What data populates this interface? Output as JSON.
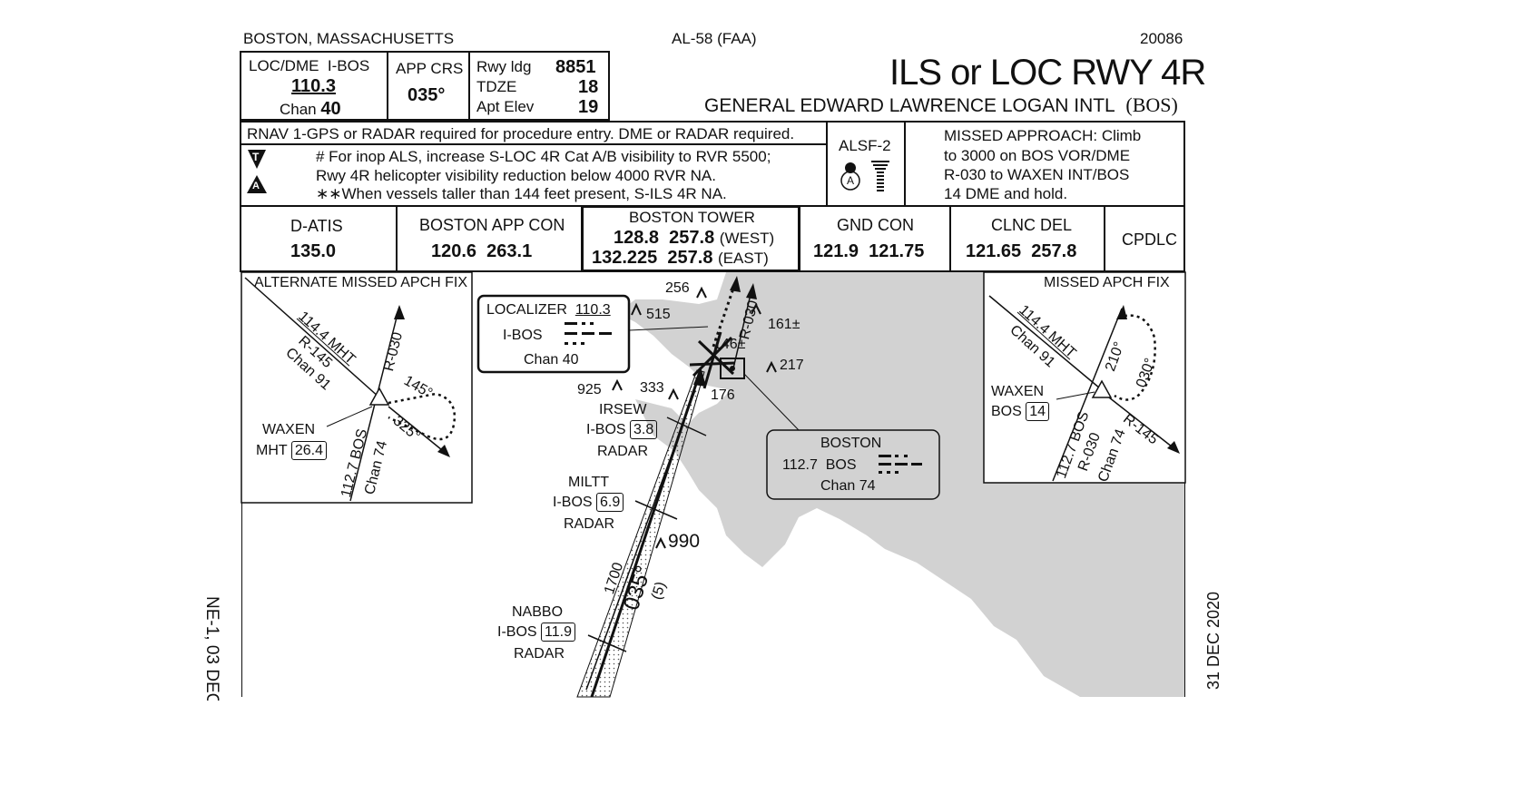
{
  "header": {
    "location": "BOSTON, MASSACHUSETTS",
    "chart_id": "AL-58 (FAA)",
    "serial": "20086",
    "title": "ILS or LOC RWY 4R",
    "airport": "GENERAL EDWARD LAWRENCE LOGAN INTL",
    "airport_code": "(BOS)"
  },
  "briefing": {
    "loc_label": "LOC/DME",
    "loc_ident": "I-BOS",
    "loc_freq": "110.3",
    "chan_label": "Chan",
    "chan_value": "40",
    "app_crs_label": "APP CRS",
    "app_crs_value": "035°",
    "rwy_ldg_label": "Rwy ldg",
    "rwy_ldg_value": "8851",
    "tdze_label": "TDZE",
    "tdze_value": "18",
    "apt_elev_label": "Apt Elev",
    "apt_elev_value": "19"
  },
  "notes": {
    "line1": "RNAV 1-GPS or RADAR required for procedure entry.   DME or RADAR required.",
    "line2": "# For inop ALS, increase S-LOC 4R Cat A/B visibility to RVR 5500;",
    "line3": "Rwy 4R helicopter visibility reduction below 4000 RVR NA.",
    "line4": "∗∗When vessels taller than 144 feet present, S-ILS 4R NA.",
    "takeoff_symbol": "T",
    "alternate_symbol": "A",
    "alsf_label": "ALSF-2",
    "alsf_circle": "A",
    "missed_approach": [
      "MISSED APPROACH:  Climb",
      "to 3000 on BOS VOR/DME",
      "R-030 to WAXEN INT/BOS",
      "14 DME and hold."
    ]
  },
  "comms": [
    {
      "name": "D-ATIS",
      "freq": "135.0"
    },
    {
      "name": "BOSTON APP CON",
      "freq": "120.6  263.1"
    },
    {
      "name": "BOSTON TOWER",
      "freq_west": "128.8  257.8",
      "tag_west": "(WEST)",
      "freq_east": "132.225  257.8",
      "tag_east": "(EAST)"
    },
    {
      "name": "GND CON",
      "freq": "121.9  121.75"
    },
    {
      "name": "CLNC DEL",
      "freq": "121.65  257.8"
    },
    {
      "name": "CPDLC",
      "freq": ""
    }
  ],
  "plan": {
    "alt_fix_title": "ALTERNATE MISSED APCH FIX",
    "alt_radial_mht": "114.4 MHT",
    "alt_r145": "R-145",
    "alt_chan91": "Chan 91",
    "alt_r030": "R-030",
    "alt_145": "145°",
    "alt_325": "325°",
    "alt_waxen": "WAXEN",
    "alt_mht": "MHT",
    "alt_mht_dme": "26.4",
    "alt_bos_radial": "112.7 BOS",
    "alt_chan74": "Chan 74",
    "missed_fix_title": "MISSED APCH FIX",
    "mf_radial_mht": "114.4 MHT",
    "mf_chan91": "Chan 91",
    "mf_210": "210°",
    "mf_030": "030°",
    "mf_waxen": "WAXEN",
    "mf_bos": "BOS",
    "mf_bos_dme": "14",
    "mf_r145": "R-145",
    "mf_bos_radial": "112.7 BOS",
    "mf_r030": "R-030",
    "mf_chan74": "Chan 74",
    "localizer_label": "LOCALIZER",
    "localizer_freq": "110.3",
    "localizer_ident": "I-BOS",
    "localizer_chan": "Chan 40",
    "vor_name": "BOSTON",
    "vor_freq": "112.7",
    "vor_ident": "BOS",
    "vor_chan": "Chan 74",
    "r030_label": "R-030",
    "obstacles": [
      "256",
      "515",
      "161±",
      "146±",
      "217",
      "925",
      "333",
      "176"
    ],
    "fixes": [
      {
        "name": "IRSEW",
        "ident": "I-BOS",
        "dme": "3.8",
        "note": "RADAR"
      },
      {
        "name": "MILTT",
        "ident": "I-BOS",
        "dme": "6.9",
        "note": "RADAR"
      },
      {
        "name": "NABBO",
        "ident": "I-BOS",
        "dme": "11.9",
        "note": "RADAR"
      }
    ],
    "obstacle_990": "990",
    "course_alt": "1700",
    "course": "035°",
    "course_dist": "(5)"
  },
  "margin": {
    "left": "NE-1,  03 DEC",
    "right": "31 DEC 2020"
  }
}
